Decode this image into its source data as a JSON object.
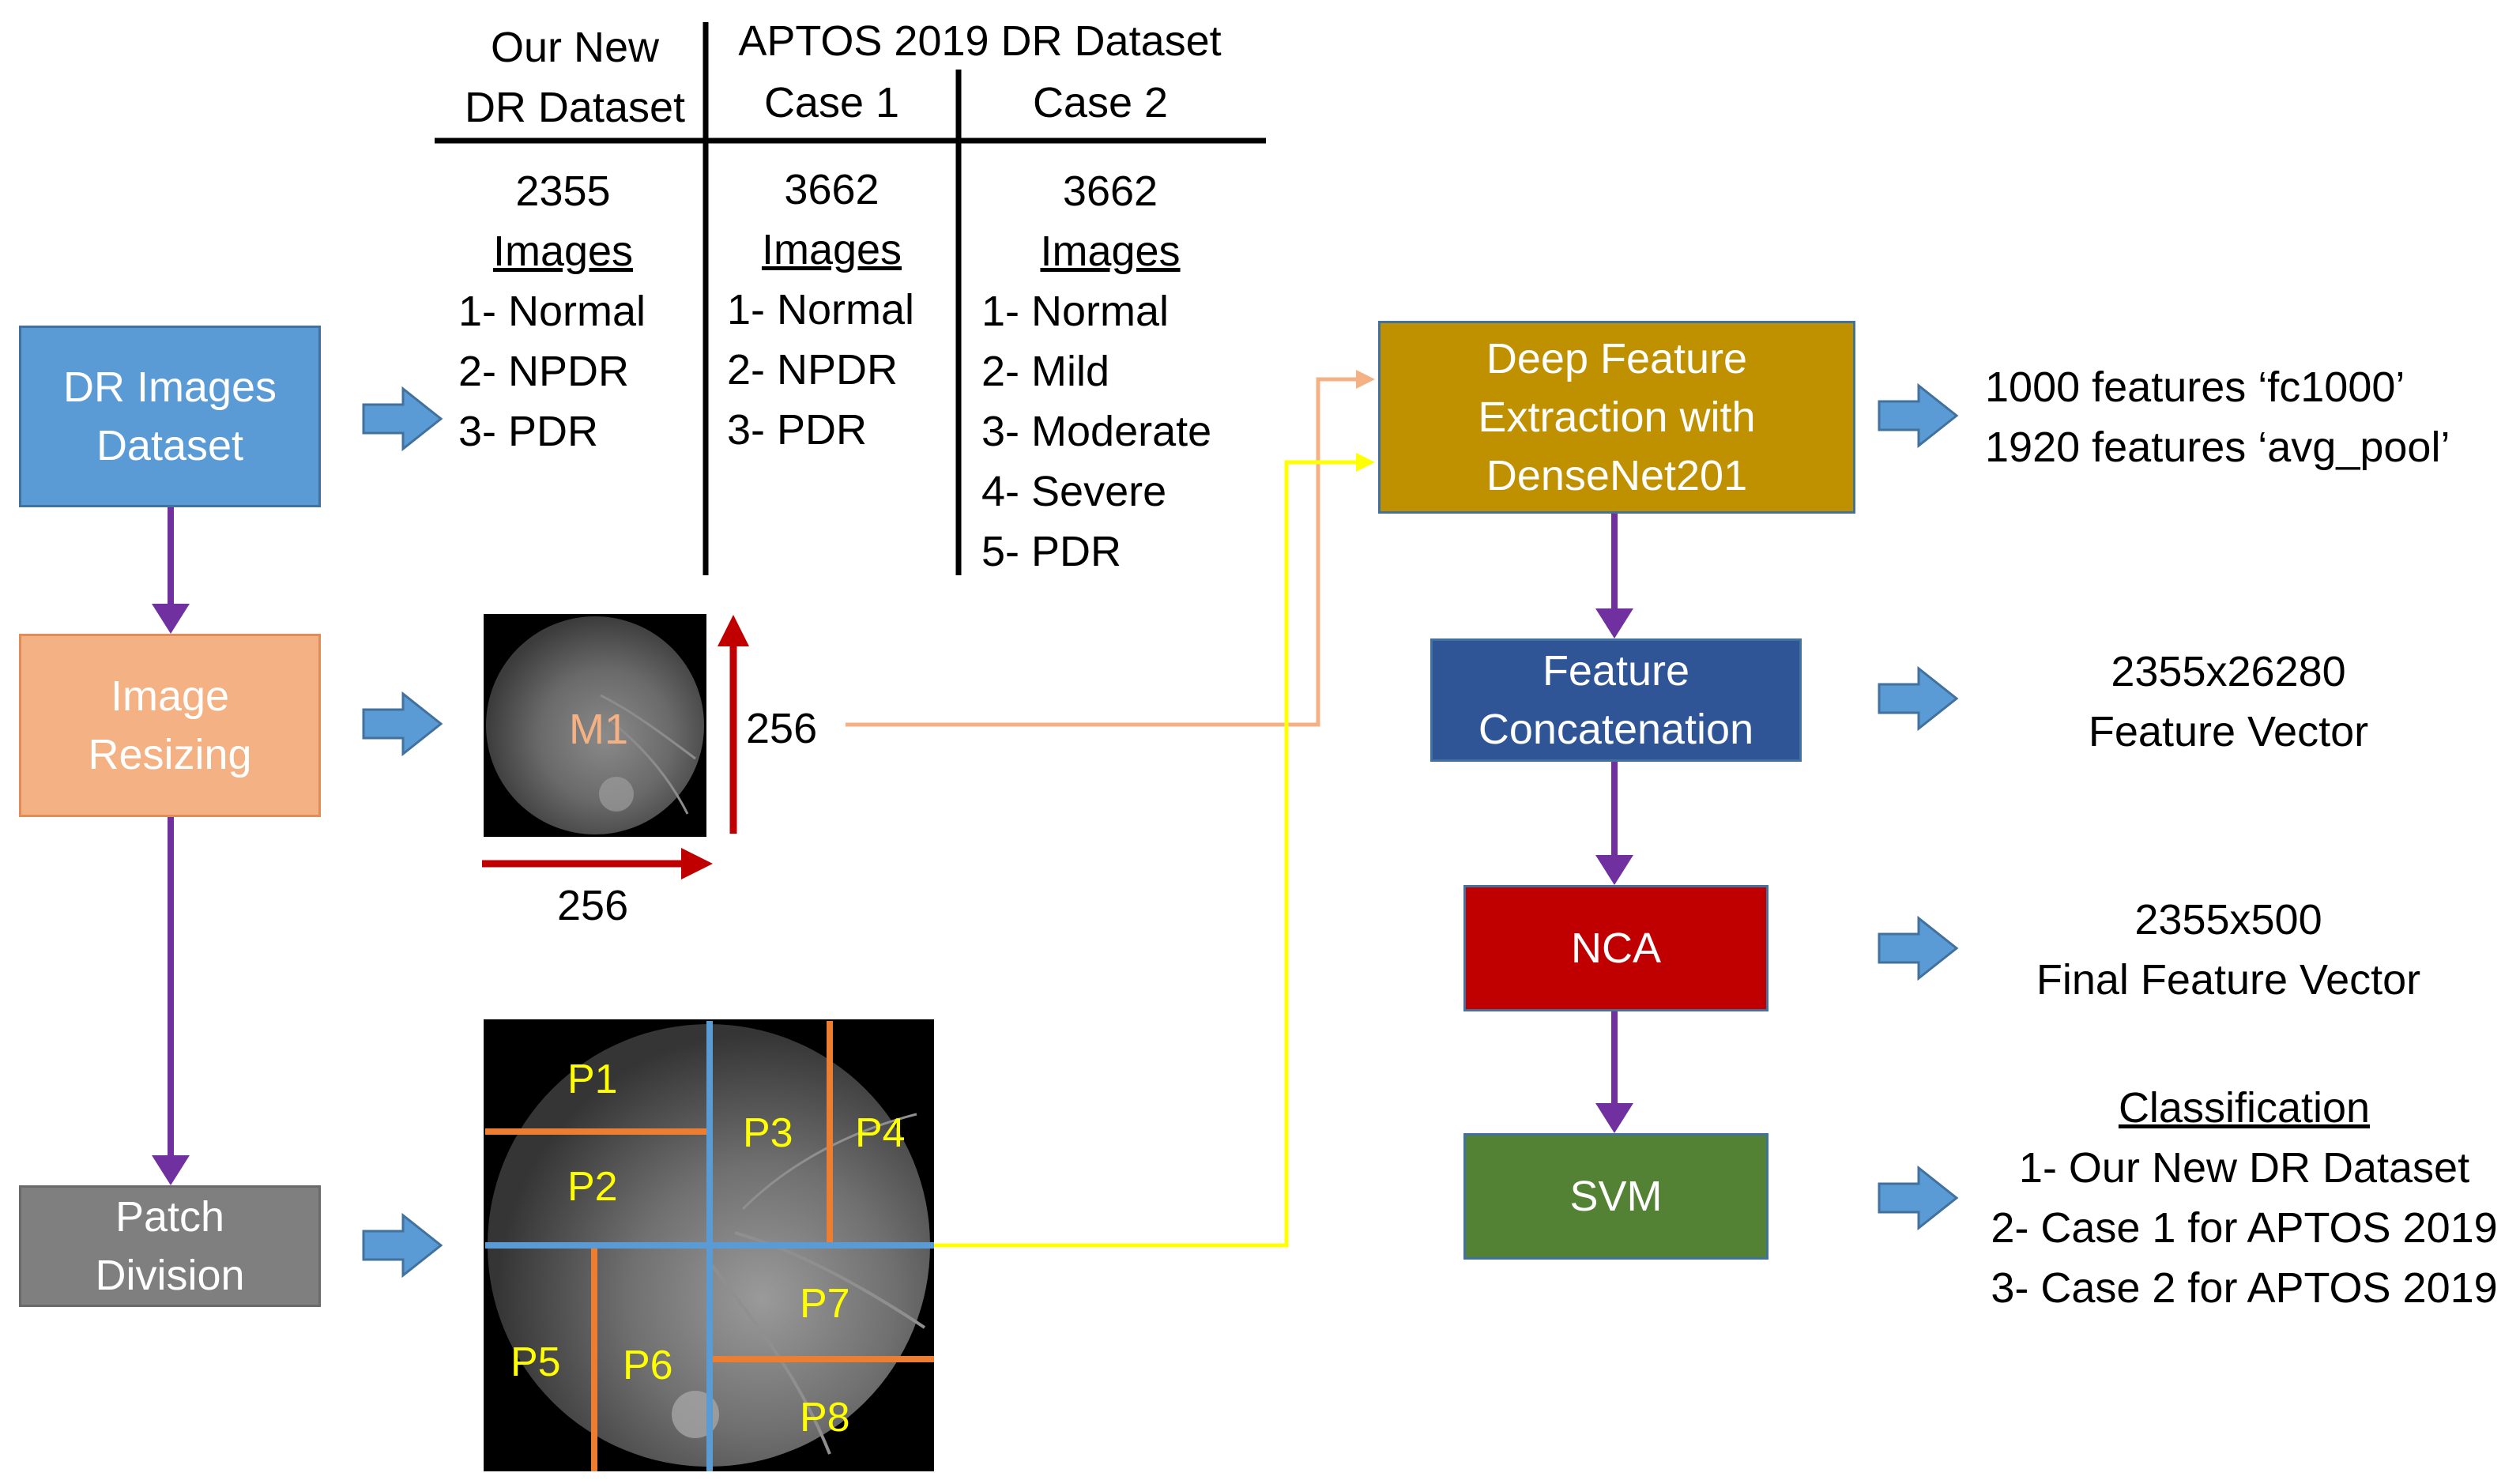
{
  "table": {
    "col1_header": [
      "Our New",
      "DR Dataset"
    ],
    "aptos_header": "APTOS 2019 DR Dataset",
    "col2_header": "Case 1",
    "col3_header": "Case 2",
    "col1": {
      "count": "2355",
      "unit": "Images",
      "items": [
        "1- Normal",
        "2- NPDR",
        "3- PDR"
      ]
    },
    "col2": {
      "count": "3662",
      "unit": "Images",
      "items": [
        "1- Normal",
        "2- NPDR",
        "3- PDR"
      ]
    },
    "col3": {
      "count": "3662",
      "unit": "Images",
      "items": [
        "1- Normal",
        "2- Mild",
        "3- Moderate",
        "4- Severe",
        "5- PDR"
      ]
    }
  },
  "left_boxes": {
    "dataset": [
      "DR Images",
      "Dataset"
    ],
    "resizing": [
      "Image",
      "Resizing"
    ],
    "patch": [
      "Patch",
      "Division"
    ]
  },
  "resize": {
    "image_label": "M1",
    "height_label": "256",
    "width_label": "256"
  },
  "patches": [
    "P1",
    "P2",
    "P3",
    "P4",
    "P5",
    "P6",
    "P7",
    "P8"
  ],
  "right_boxes": {
    "extraction": [
      "Deep Feature",
      "Extraction with",
      "DenseNet201"
    ],
    "concat": [
      "Feature",
      "Concatenation"
    ],
    "nca": "NCA",
    "svm": "SVM"
  },
  "outputs": {
    "features": [
      "1000 features ‘fc1000’",
      "1920 features ‘avg_pool’"
    ],
    "concat": [
      "2355x26280",
      "Feature Vector"
    ],
    "nca": [
      "2355x500",
      "Final Feature Vector"
    ],
    "classification_title": "Classification",
    "classification": [
      "1- Our New DR Dataset",
      "2- Case 1 for APTOS 2019",
      "3- Case 2 for APTOS 2019"
    ]
  },
  "colors": {
    "dataset_box": "#5b9bd5",
    "resizing_box": "#f4b183",
    "patch_box": "#7f7f7f",
    "extraction_box": "#bf9000",
    "concat_box": "#2f5597",
    "nca_box": "#c00000",
    "svm_box": "#548235",
    "flow_arrow": "#7030a0",
    "block_arrow": "#5b9bd5",
    "patch_lines_blue": "#5b9bd5",
    "patch_lines_orange": "#ed7d31",
    "yellow_line": "#ffff00",
    "peach_line": "#f4b183",
    "dimension_arrow": "#c00000",
    "patch_label": "#ffff00"
  }
}
